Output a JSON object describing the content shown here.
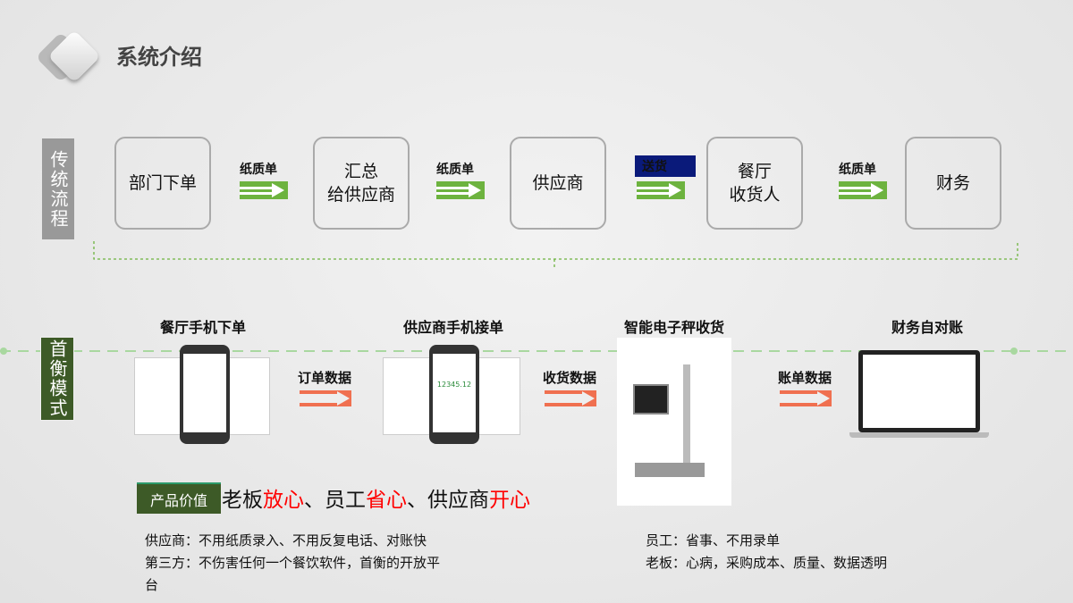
{
  "header": {
    "title": "系统介绍",
    "logo_icon": "diamond-logo-icon"
  },
  "traditional": {
    "label": "传统流程",
    "steps": [
      "部门下单",
      "汇总\n给供应商",
      "供应商",
      "餐厅\n收货人",
      "财务"
    ],
    "arrows": [
      "纸质单",
      "纸质单",
      "送货",
      "纸质单"
    ]
  },
  "shouheng": {
    "label": "首衡模式",
    "sections": [
      "餐厅手机下单",
      "供应商手机接单",
      "智能电子秤收货",
      "财务自对账"
    ],
    "arrows": [
      "订单数据",
      "收货数据",
      "账单数据"
    ],
    "phone_amount": "12345.12"
  },
  "value": {
    "badge": "产品价值",
    "parts": [
      {
        "t": "老板",
        "red": false
      },
      {
        "t": "放心",
        "red": true
      },
      {
        "t": "、员工",
        "red": false
      },
      {
        "t": "省心",
        "red": true
      },
      {
        "t": "、供应商",
        "red": false
      },
      {
        "t": "开心",
        "red": true
      }
    ]
  },
  "notes_left": [
    "供应商：不用纸质录入、不用反复电话、对账快",
    "第三方：不伤害任何一个餐饮软件，首衡的开放平",
    "台"
  ],
  "notes_right": [
    "员工：省事、不用录单",
    "老板：心病，采购成本、质量、数据透明"
  ],
  "colors": {
    "green": "#6db33f",
    "dark_green": "#3d5a27",
    "red": "#ff0000",
    "navy": "#0a1a7a"
  }
}
